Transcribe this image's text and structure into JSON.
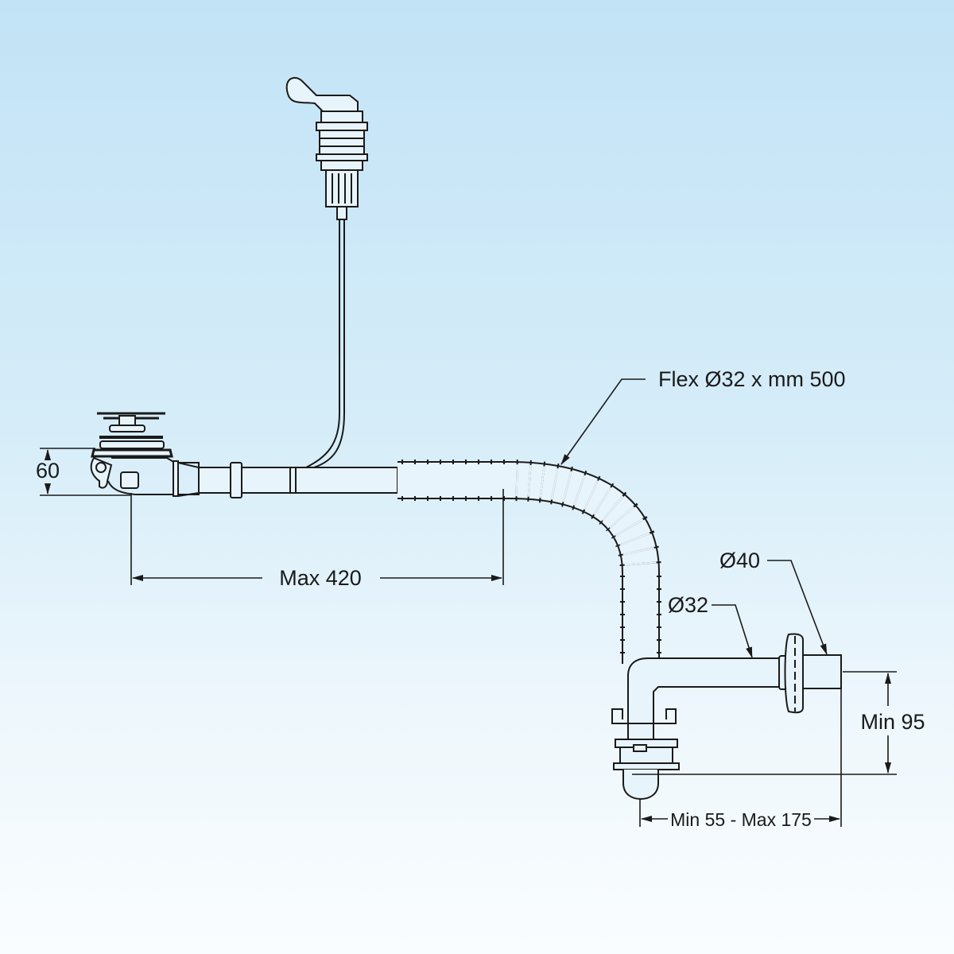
{
  "labels": {
    "flex": "Flex Ø32 x mm 500",
    "height_60": "60",
    "max_420": "Max 420",
    "dia_40": "Ø40",
    "dia_32": "Ø32",
    "min_95": "Min 95",
    "min55_max175": "Min 55 - Max 175"
  },
  "colors": {
    "line": "#1a1a1a",
    "background_top": "#c2e3f6",
    "background_bottom": "#fafdff"
  }
}
